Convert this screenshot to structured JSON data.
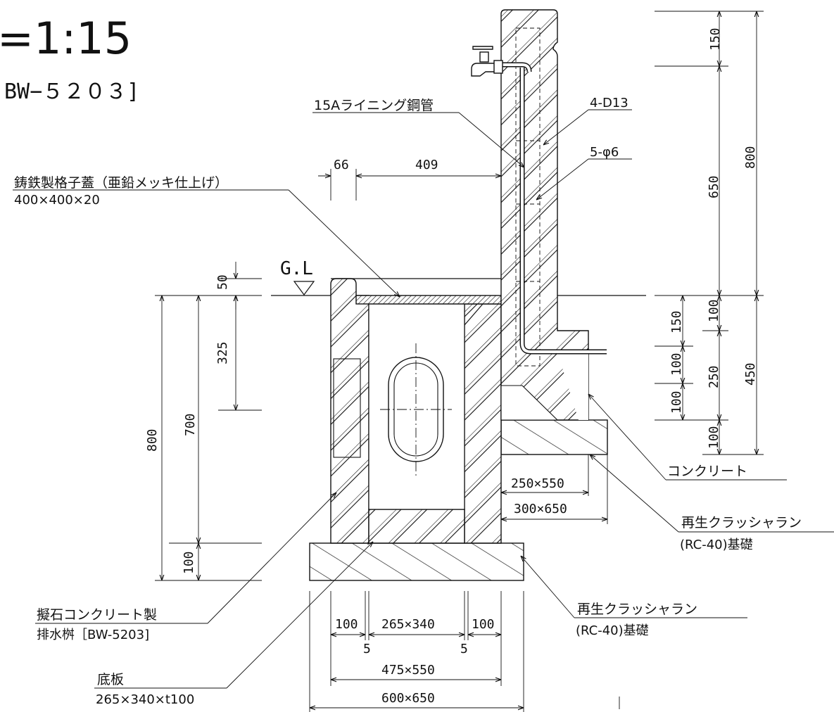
{
  "title": {
    "scale": "=1:15",
    "code": "BW−５２０３]"
  },
  "callouts": {
    "pipe": "15Aライニング鋼管",
    "rebar_main": "4-D13",
    "rebar_tie": "5-φ6",
    "grate_line1": "鋳鉄製格子蓋（亜鉛メッキ仕上げ）",
    "grate_line2": "400×400×20",
    "concrete": "コンクリート",
    "crusher_right_line1": "再生クラッシャラン",
    "crusher_right_line2": "(RC-40)基礎",
    "crusher_bottom_line1": "再生クラッシャラン",
    "crusher_bottom_line2": "(RC-40)基礎",
    "basin_line1": "擬石コンクリート製",
    "basin_line2": "排水桝［BW-5203]",
    "bottom_plate_line1": "底板",
    "bottom_plate_line2": "265×340×t100",
    "ground_level": "G.L"
  },
  "dimensions": {
    "top_66": "66",
    "top_409": "409",
    "left_50": "50",
    "left_325": "325",
    "left_700": "700",
    "left_800": "800",
    "left_100": "100",
    "right_150_top": "150",
    "right_650": "650",
    "right_800": "800",
    "right_100_a": "100",
    "right_150_b": "150",
    "right_100_b": "100",
    "right_100_c": "100",
    "right_250": "250",
    "right_450": "450",
    "right_100_d": "100",
    "footing_250x550": "250×550",
    "footing_300x650": "300×650",
    "bottom_100_l": "100",
    "bottom_265x340": "265×340",
    "bottom_100_r": "100",
    "bottom_5_l": "5",
    "bottom_5_r": "5",
    "bottom_475x550": "475×550",
    "bottom_600x650": "600×650"
  }
}
